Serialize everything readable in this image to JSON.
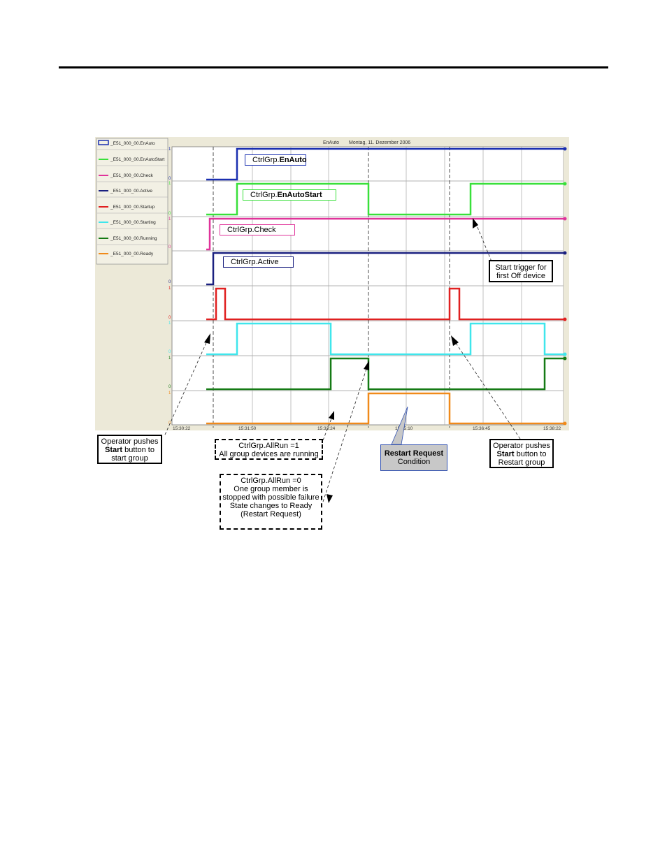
{
  "chart_header": {
    "title": "EnAuto",
    "date": "Montag, 11. Dezember 2006"
  },
  "legend": [
    {
      "label": "_E51_000_00.EnAuto",
      "color": "#1a2fb0"
    },
    {
      "label": "_E51_000_00.EnAutoStart",
      "color": "#39e03a"
    },
    {
      "label": "_E51_000_00.Check",
      "color": "#e0339a"
    },
    {
      "label": "_E51_000_00.Active",
      "color": "#1a2080"
    },
    {
      "label": "_E51_000_00.Startup",
      "color": "#e02020"
    },
    {
      "label": "_E51_000_00.Starting",
      "color": "#3fe6ec"
    },
    {
      "label": "_E51_000_00.Running",
      "color": "#157a15"
    },
    {
      "label": "_E51_000_00.Ready",
      "color": "#f08a1a"
    }
  ],
  "signal_labels": {
    "enauto": {
      "prefix": "CtrlGrp.",
      "bold": "EnAuto"
    },
    "enautostart": {
      "prefix": "CtrlGrp.",
      "bold": "EnAutoStart"
    },
    "check": {
      "prefix": "CtrlGrp.Check",
      "bold": ""
    },
    "active": {
      "prefix": "CtrlGrp.Active",
      "bold": ""
    }
  },
  "time_ticks": [
    "15:30:22",
    "15:31:50",
    "15:33:24",
    "15:35:10",
    "15:36:45",
    "15:38:22"
  ],
  "callouts": {
    "operator_start": {
      "line1": "Operator pushes",
      "bold": "Start",
      "line2_rest": " button to",
      "line3": "start group"
    },
    "allrun1": {
      "line1": "CtrlGrp.AllRun =1",
      "line2": "All group devices are running"
    },
    "allrun0": {
      "line1": "CtrlGrp.AllRun =0",
      "line2": "One group member is",
      "line3": "stopped with possible failure",
      "line4": "State changes to Ready",
      "line5": "(Restart Request)"
    },
    "restart_request": {
      "bold": "Restart Request",
      "line2": "Condition"
    },
    "operator_restart": {
      "line1": "Operator pushes",
      "bold": "Start",
      "line2_rest": " button to",
      "line3": "Restart group"
    },
    "start_trigger": {
      "line1": "Start trigger for",
      "line2": "first Off device"
    }
  },
  "colors": {
    "panel_bg": "#ece9d8",
    "plot_bg": "#ffffff",
    "restart_box": "#c8c8c8"
  }
}
